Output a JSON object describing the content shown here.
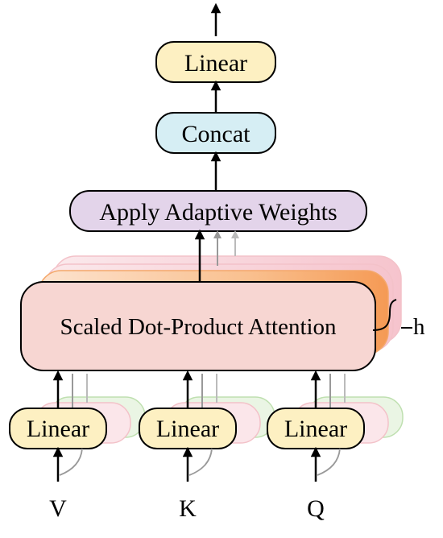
{
  "diagram": {
    "output_linear": "Linear",
    "concat": "Concat",
    "adaptive_weights": "Apply Adaptive Weights",
    "attention": "Scaled Dot-Product Attention",
    "heads_label": "h",
    "input_linears": [
      "Linear",
      "Linear",
      "Linear"
    ],
    "inputs": [
      "V",
      "K",
      "Q"
    ]
  },
  "colors": {
    "linear_fill": "#fdf0c2",
    "concat_fill": "#d6eef4",
    "weights_fill": "#e3d4ea",
    "attention_fill": "#f7d6d2",
    "attention_shadow_orange": "#f7b27a",
    "stroke": "#000000",
    "ghost_arrow": "#999999"
  }
}
